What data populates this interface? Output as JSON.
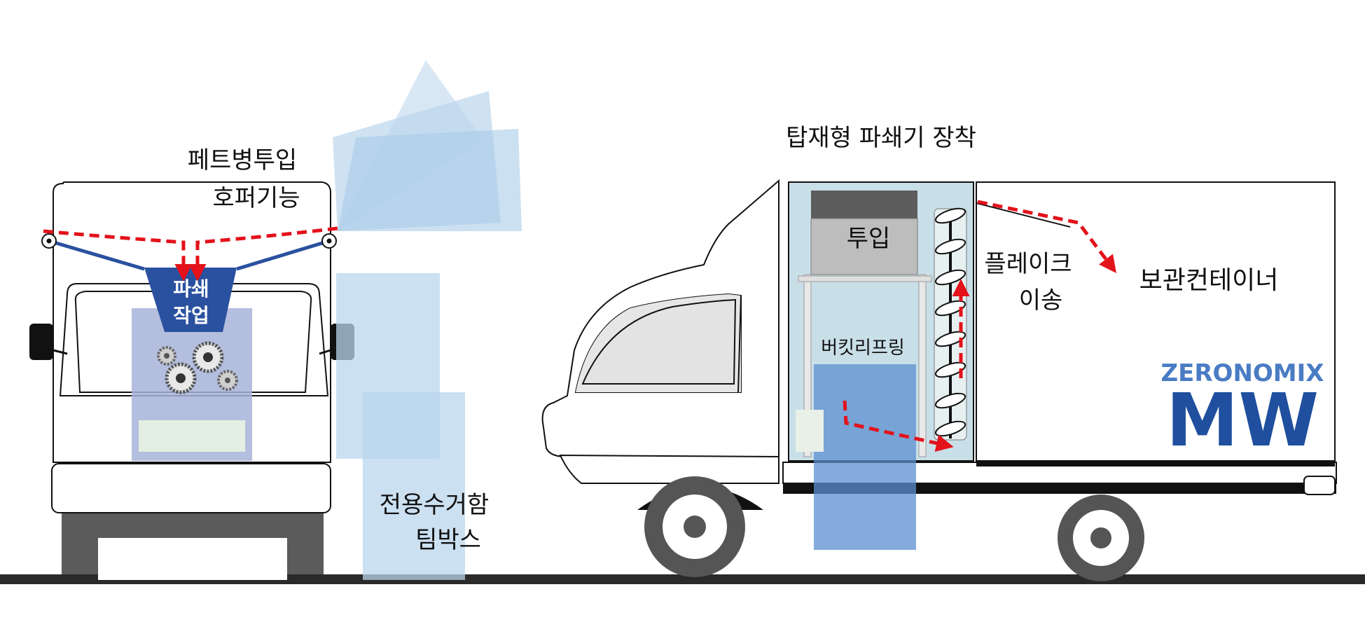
{
  "labels": {
    "hopper": [
      "페트병투입",
      "호퍼기능"
    ],
    "crushing": [
      "파쇄",
      "작업"
    ],
    "box": [
      "전용수거함",
      "팀박스"
    ],
    "mounted": "탑재형 파쇄기 장착",
    "input": "투입",
    "bucket_lift": "버킷리프링",
    "flake": [
      "플레이크",
      "이송"
    ],
    "storage": "보관컨테이너"
  },
  "brand": {
    "name": "ZERONOMIX",
    "mark": "MW"
  },
  "colors": {
    "arrow_red": "#e3121b",
    "brand_blue": "#4a7cc4",
    "brand_dark_blue": "#1f4f9e",
    "hopper_blue": "#2a50a0",
    "light_blue": "#b9d6ec",
    "ground": "#2a2a2a"
  }
}
